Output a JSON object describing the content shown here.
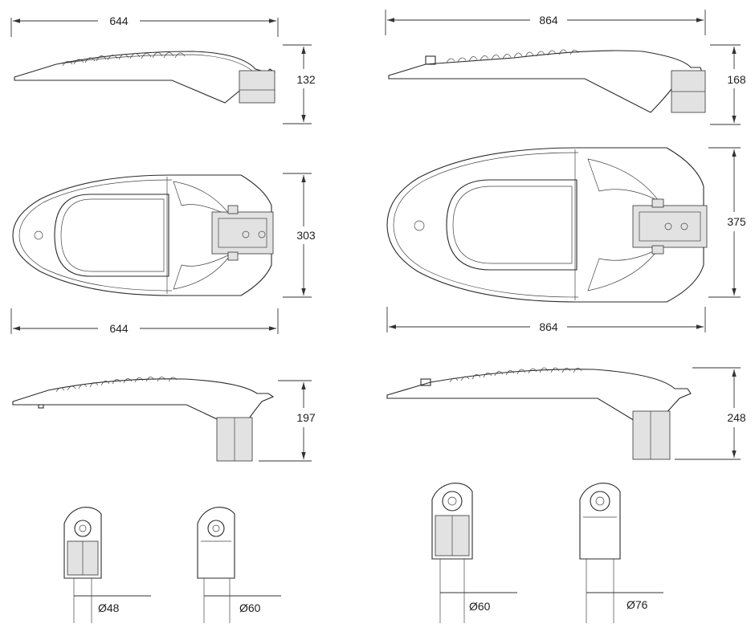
{
  "dimensions": {
    "small_side_width": "644",
    "small_side_height": "132",
    "large_side_width": "864",
    "large_side_height": "168",
    "small_top_width": "644",
    "small_top_height": "303",
    "large_top_width": "864",
    "large_top_height": "375",
    "small_mount_height": "197",
    "large_mount_height": "248",
    "pole_48": "Ø48",
    "pole_60_a": "Ø60",
    "pole_60_b": "Ø60",
    "pole_76": "Ø76"
  }
}
